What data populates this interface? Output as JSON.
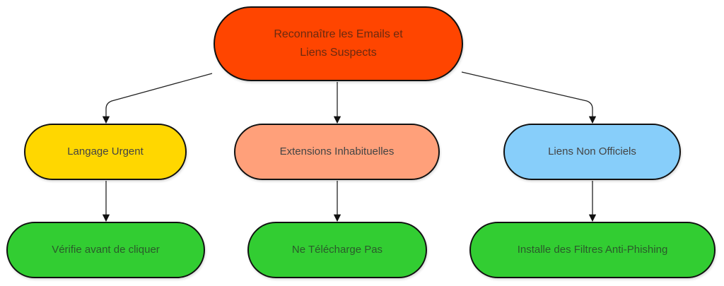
{
  "diagram": {
    "root": {
      "line1": "Reconnaître les Emails et",
      "line2": "Liens Suspects",
      "color": "#ff4500"
    },
    "children": [
      {
        "label": "Langage Urgent",
        "color": "#ffd700",
        "action": {
          "label": "Vérifie avant de cliquer",
          "color": "#32cd32"
        }
      },
      {
        "label": "Extensions Inhabituelles",
        "color": "#ffa07a",
        "action": {
          "label": "Ne Télécharge Pas",
          "color": "#32cd32"
        }
      },
      {
        "label": "Liens Non Officiels",
        "color": "#87cefa",
        "action": {
          "label": "Installe des Filtres Anti-Phishing",
          "color": "#32cd32"
        }
      }
    ]
  }
}
